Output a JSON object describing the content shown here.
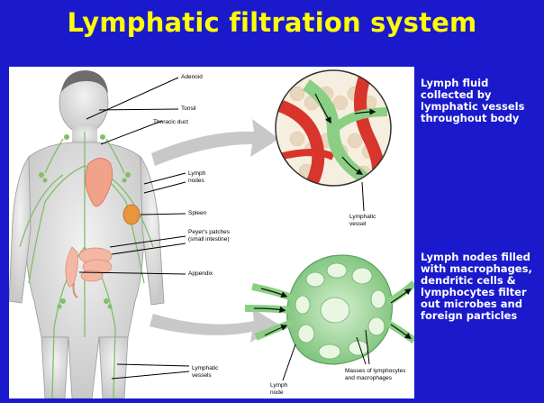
{
  "slide": {
    "title": "Lymphatic filtration system",
    "side_notes": {
      "fluid": "Lymph fluid collected by lymphatic vessels throughout body",
      "nodes": "Lymph nodes filled with macrophages, dendritic cells & lymphocytes filter out microbes and foreign particles"
    }
  },
  "diagram": {
    "labels": {
      "adenoid": "Adenoid",
      "tonsil": "Tonsil",
      "thoracic_duct": "Thoracic duct",
      "lymph_nodes": "Lymph nodes",
      "spleen": "Spleen",
      "peyers_patches": "Peyer's patches (small intestine)",
      "appendix": "Appendix",
      "lymphatic_vessels": "Lymphatic vessels",
      "lymphatic_vessel": "Lymphatic vessel",
      "lymph_node": "Lymph node",
      "masses": "Masses of lymphocytes and macrophages"
    },
    "colors": {
      "background": "#1a1acc",
      "title": "#ffff00",
      "lymph_green": "#7fbf6a",
      "vessel_red": "#d8352c",
      "node_green": "#9fd69a",
      "arrow_gray": "#c8c8c8"
    }
  }
}
